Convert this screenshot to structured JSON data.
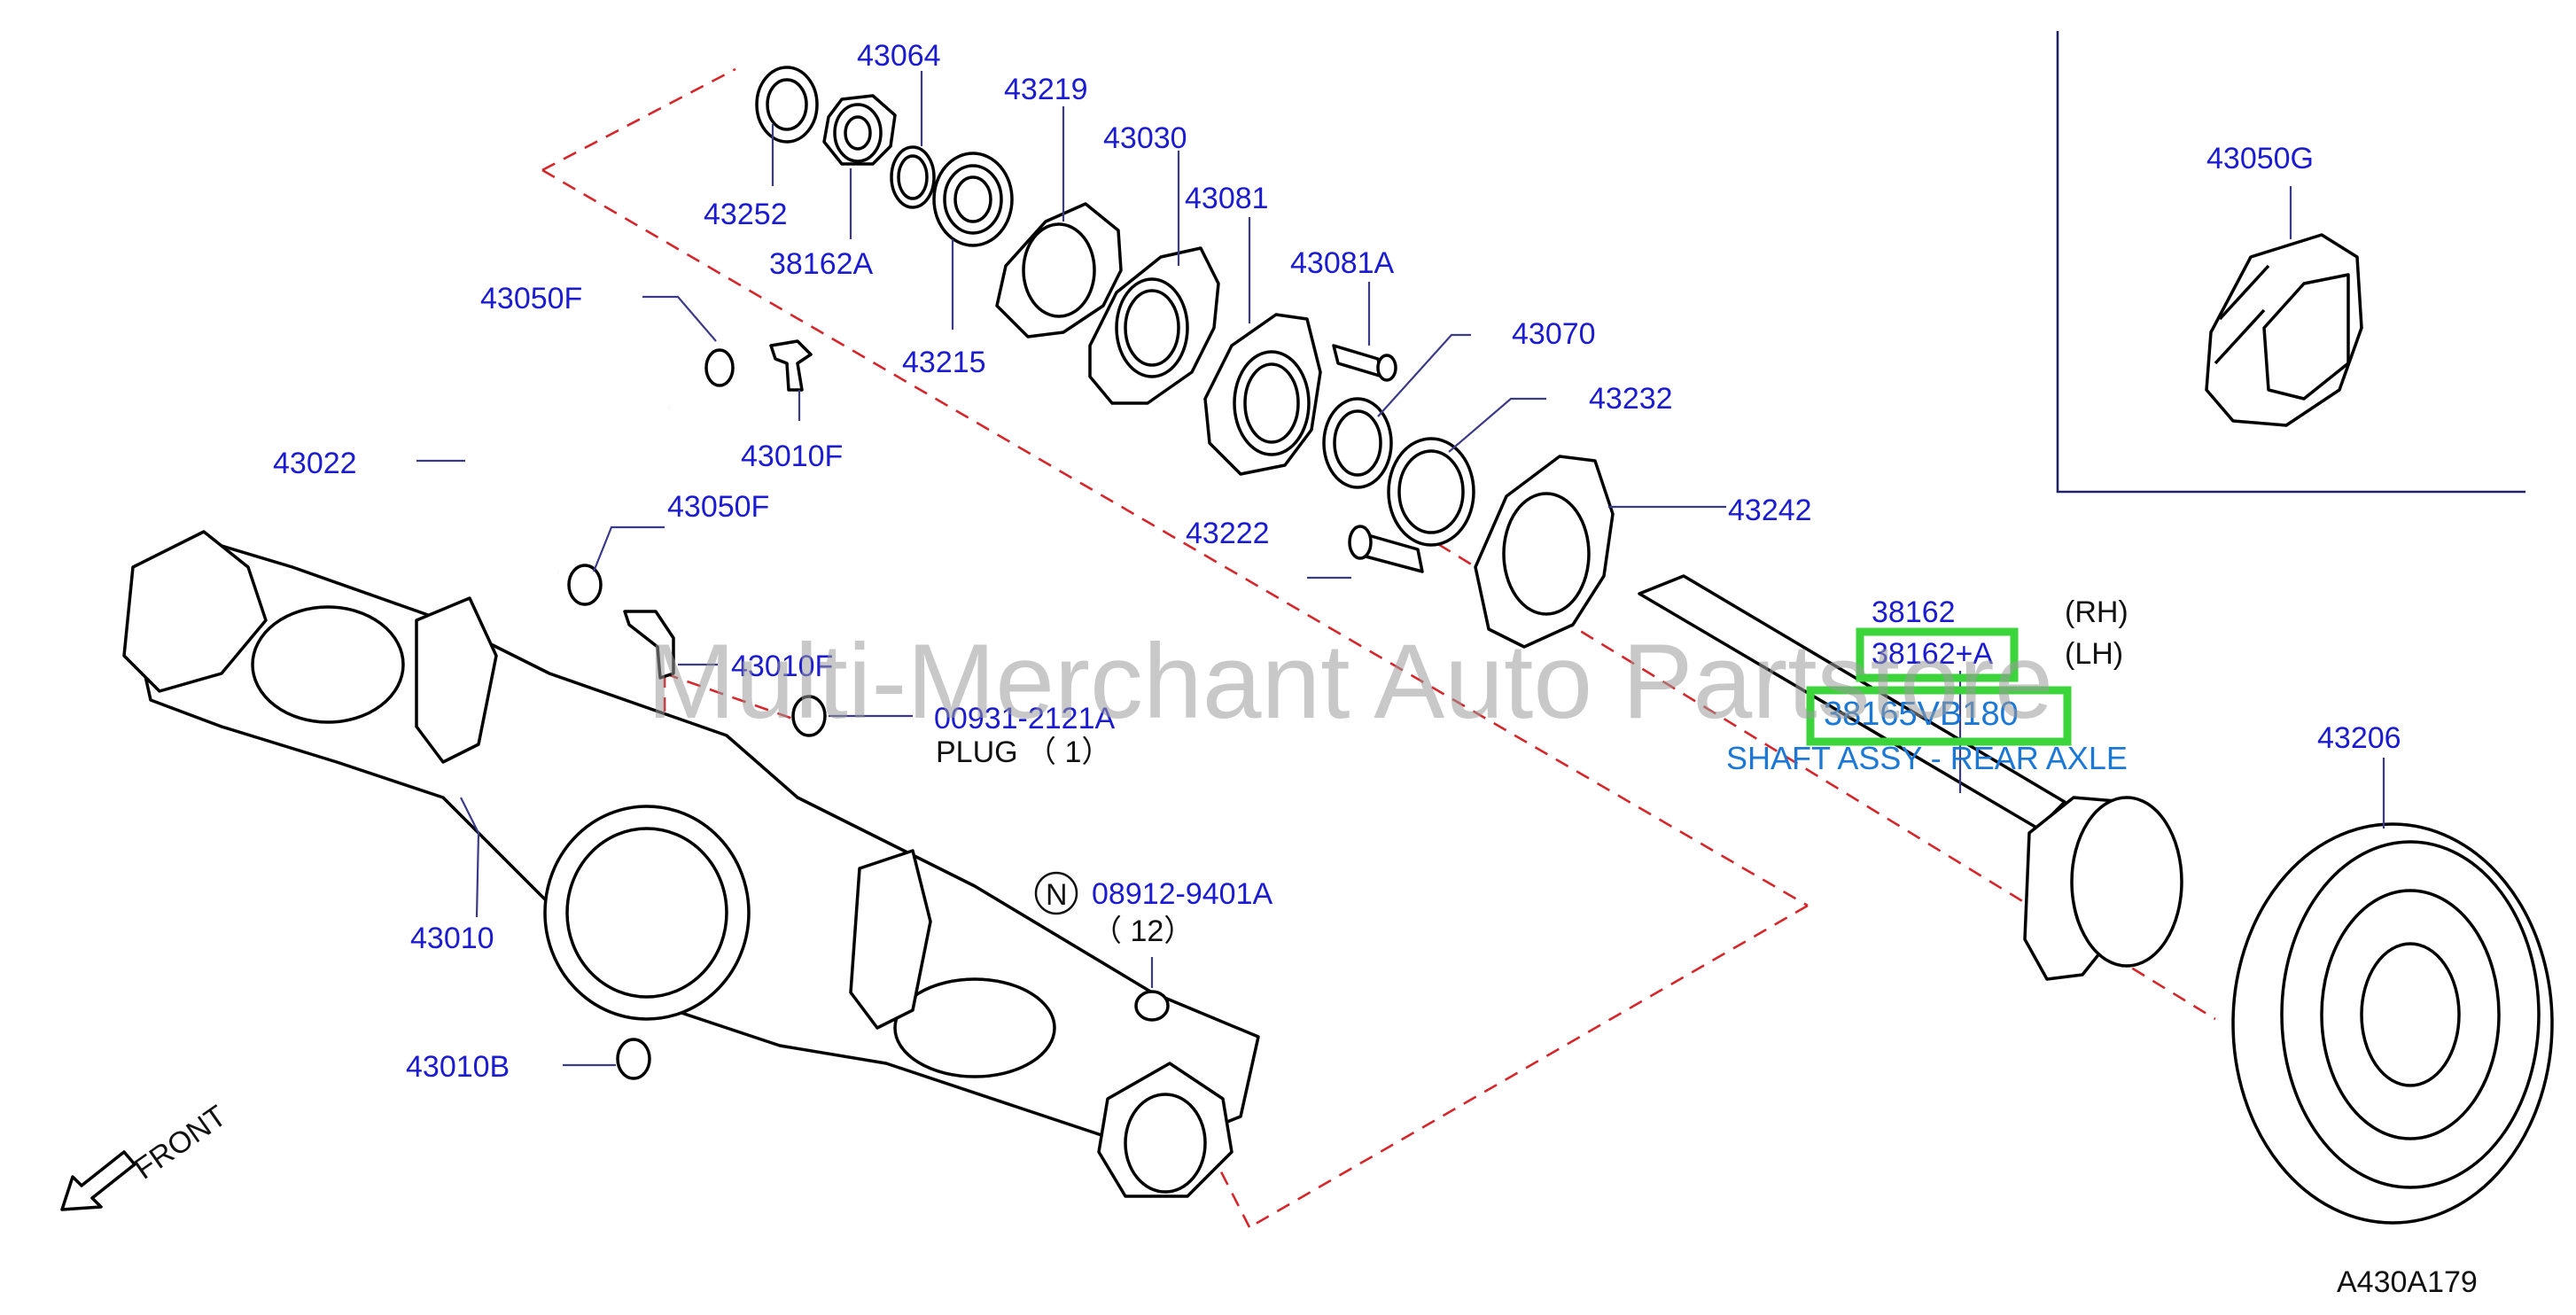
{
  "labels": {
    "p43064": "43064",
    "p43219": "43219",
    "p43030": "43030",
    "p43252": "43252",
    "p38162A": "38162A",
    "p43081": "43081",
    "p43081A": "43081A",
    "p43215": "43215",
    "p43050F_top": "43050F",
    "p43070": "43070",
    "p43232": "43232",
    "p43022": "43022",
    "p43010F_top": "43010F",
    "p43050F_mid": "43050F",
    "p43242": "43242",
    "p43222": "43222",
    "p43010F_mid": "43010F",
    "p00931": "00931-2121A",
    "plug": "PLUG （ 1）",
    "p38162": "38162",
    "rh": "(RH)",
    "p38162plusA": "38162+A",
    "lh": "(LH)",
    "p38165VB180": "38165VB180",
    "shaft_desc": "SHAFT ASSY - REAR AXLE",
    "p43206": "43206",
    "p43010": "43010",
    "n_badge": "N",
    "p08912": "08912-9401A",
    "qty12": "（ 12）",
    "p43010B": "43010B",
    "front": "FRONT",
    "p43050G": "43050G",
    "diagram_code": "A430A179"
  },
  "watermark": "Multi-Merchant Auto Partstore",
  "colors": {
    "label": "#1b1bd0",
    "highlight_text": "#1b78d6",
    "highlight_box": "#3bd43b",
    "dashed_line": "#d6262a",
    "line_art": "#000000"
  }
}
